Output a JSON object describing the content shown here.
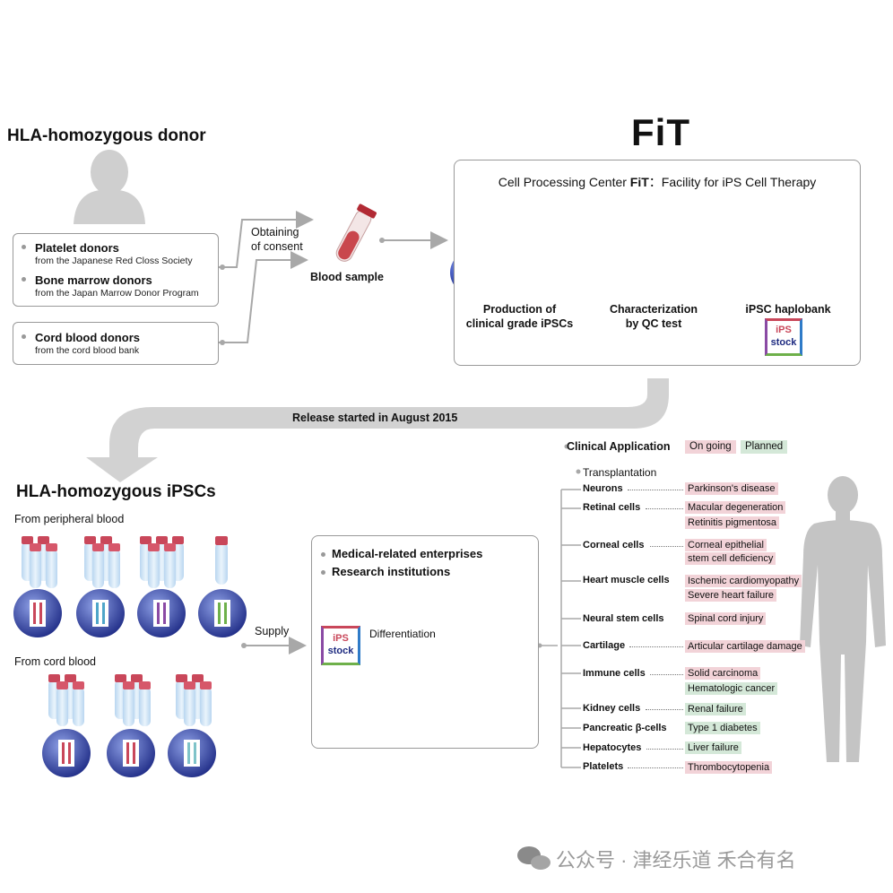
{
  "donor": {
    "title": "HLA-homozygous donor",
    "groups": [
      {
        "title": "Platelet donors",
        "sub": "from the Japanese Red Closs Society"
      },
      {
        "title": "Bone marrow donors",
        "sub": "from the Japan Marrow Donor Program"
      },
      {
        "title": "Cord blood donors",
        "sub": "from the cord blood bank"
      }
    ],
    "consent": [
      "Obtaining",
      "of consent"
    ],
    "blood_sample": "Blood sample"
  },
  "fit": {
    "logo": "FiT",
    "header_prefix": "Cell Processing Center ",
    "header_bold": "FiT",
    "header_suffix": "：Facility for iPS Cell Therapy",
    "steps": [
      {
        "line1": "Production of",
        "line2": "clinical grade iPSCs"
      },
      {
        "line1": "Characterization",
        "line2": "by QC test"
      },
      {
        "line1": "iPSC haplobank",
        "line2": ""
      }
    ]
  },
  "stock_badge": {
    "line1": "iPS",
    "line2": "stock"
  },
  "release": "Release started in August 2015",
  "ipscs": {
    "title": "HLA-homozygous iPSCs",
    "peripheral": "From peripheral blood",
    "cord": "From cord blood"
  },
  "supply": "Supply",
  "users": {
    "items": [
      "Medical-related enterprises",
      "Research institutions"
    ],
    "differentiation": "Differentiation"
  },
  "clinical": {
    "title": "Clinical Application",
    "legend_ongoing": "On going",
    "legend_planned": "Planned",
    "transplantation": "Transplantation",
    "rows": [
      {
        "cell": "Neurons",
        "conds": [
          {
            "t": "Parkinson's disease",
            "s": "og"
          }
        ]
      },
      {
        "cell": "Retinal cells",
        "conds": [
          {
            "t": "Macular degeneration",
            "s": "og"
          },
          {
            "t": "Retinitis pigmentosa",
            "s": "og"
          }
        ]
      },
      {
        "cell": "Corneal cells",
        "conds": [
          {
            "t": "Corneal epithelial",
            "s": "og"
          },
          {
            "t": "stem cell deficiency",
            "s": "og"
          }
        ]
      },
      {
        "cell": "Heart muscle cells",
        "conds": [
          {
            "t": "Ischemic cardiomyopathy",
            "s": "og"
          },
          {
            "t": "Severe heart failure",
            "s": "og"
          }
        ]
      },
      {
        "cell": "Neural stem cells",
        "conds": [
          {
            "t": "Spinal cord injury",
            "s": "og"
          }
        ]
      },
      {
        "cell": "Cartilage",
        "conds": [
          {
            "t": "Articular cartilage damage",
            "s": "og"
          }
        ]
      },
      {
        "cell": "Immune cells",
        "conds": [
          {
            "t": "Solid carcinoma",
            "s": "og"
          },
          {
            "t": "Hematologic cancer",
            "s": "pl"
          }
        ]
      },
      {
        "cell": "Kidney cells",
        "conds": [
          {
            "t": "Renal failure",
            "s": "pl"
          }
        ]
      },
      {
        "cell": "Pancreatic β-cells",
        "conds": [
          {
            "t": "Type 1 diabetes",
            "s": "pl"
          }
        ]
      },
      {
        "cell": "Hepatocytes",
        "conds": [
          {
            "t": "Liver failure",
            "s": "pl"
          }
        ]
      },
      {
        "cell": "Platelets",
        "conds": [
          {
            "t": "Thrombocytopenia",
            "s": "og"
          }
        ]
      }
    ]
  },
  "watermark": "公众号 · 津经乐道 禾合有名"
}
